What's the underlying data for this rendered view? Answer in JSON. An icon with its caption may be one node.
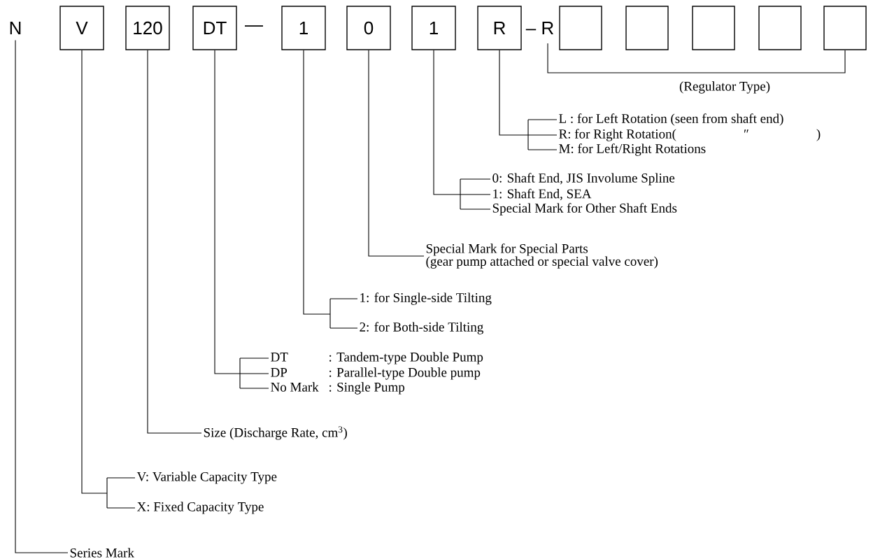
{
  "diagram": {
    "nodes": [
      {
        "text": [
          "N"
        ]
      },
      {
        "text": [
          "V"
        ]
      },
      {
        "text": [
          "120"
        ]
      },
      {
        "text": [
          "DT"
        ]
      },
      {
        "text": [
          "1"
        ]
      },
      {
        "text": [
          "0"
        ]
      },
      {
        "text": [
          "1"
        ]
      },
      {
        "text": [
          "R"
        ]
      },
      {
        "text": [],
        "shape": "box"
      },
      {
        "text": [],
        "shape": "box"
      },
      {
        "text": [],
        "shape": "box"
      },
      {
        "text": [],
        "shape": "box"
      },
      {
        "text": [],
        "shape": "box"
      },
      {
        "text": [
          "L :  for Left Rotation  (seen from shaft end)"
        ]
      },
      {
        "text": [
          "R:  for Right Rotation(",
          "″",
          ")"
        ]
      },
      {
        "text": [
          "M:  for Left/Right Rotations"
        ]
      },
      {
        "text": [
          "0:  Shaft End, JIS Involume Spline"
        ]
      },
      {
        "text": [
          "1:  Shaft End, SEA"
        ]
      },
      {
        "text": [
          "Special Mark for Other Shaft Ends"
        ]
      },
      {
        "text": [
          "Special Mark for Special Parts",
          "(gear pump attached or special valve cover)"
        ]
      },
      {
        "text": [
          "1:  for Single-side Tilting"
        ]
      },
      {
        "text": [
          "2:  for Both-side Tilting"
        ]
      },
      {
        "text": [
          "DT",
          ":  Tandem-type Double Pump"
        ]
      },
      {
        "text": [
          "DP",
          ":  Parallel-type Double pump"
        ]
      },
      {
        "text": [
          "No Mark",
          ":  Single Pump"
        ]
      },
      {
        "text": [
          "Size (Discharge Rate, cm$^{3}$)"
        ]
      },
      {
        "text": [
          "V:  Variable Capacity Type"
        ]
      },
      {
        "text": [
          "X:  Fixed Capacity Type"
        ]
      },
      {
        "text": [
          "Series Mark"
        ]
      }
    ],
    "edges": [
      {
        "from": 7,
        "to": 13,
        "arrow": "none"
      },
      {
        "from": 7,
        "to": 14,
        "arrow": "none"
      },
      {
        "from": 7,
        "to": 15,
        "arrow": "none"
      },
      {
        "from": 6,
        "to": 16,
        "arrow": "none"
      },
      {
        "from": 6,
        "to": 17,
        "arrow": "none"
      },
      {
        "from": 6,
        "to": 18,
        "arrow": "none"
      },
      {
        "from": 5,
        "to": 19,
        "arrow": "none"
      },
      {
        "from": 4,
        "to": 20,
        "arrow": "none"
      },
      {
        "from": 4,
        "to": 21,
        "arrow": "none"
      },
      {
        "from": 3,
        "to": 22,
        "arrow": "none"
      },
      {
        "from": 3,
        "to": 23,
        "arrow": "none"
      },
      {
        "from": 3,
        "to": 24,
        "arrow": "none"
      },
      {
        "from": 2,
        "to": 25,
        "arrow": "none"
      },
      {
        "from": 1,
        "to": 26,
        "arrow": "none"
      },
      {
        "from": 1,
        "to": 27,
        "arrow": "none"
      },
      {
        "from": 0,
        "to": 28,
        "arrow": "none"
      }
    ],
    "labels": [
      "—",
      "– R",
      "(Regulator Type)"
    ]
  }
}
